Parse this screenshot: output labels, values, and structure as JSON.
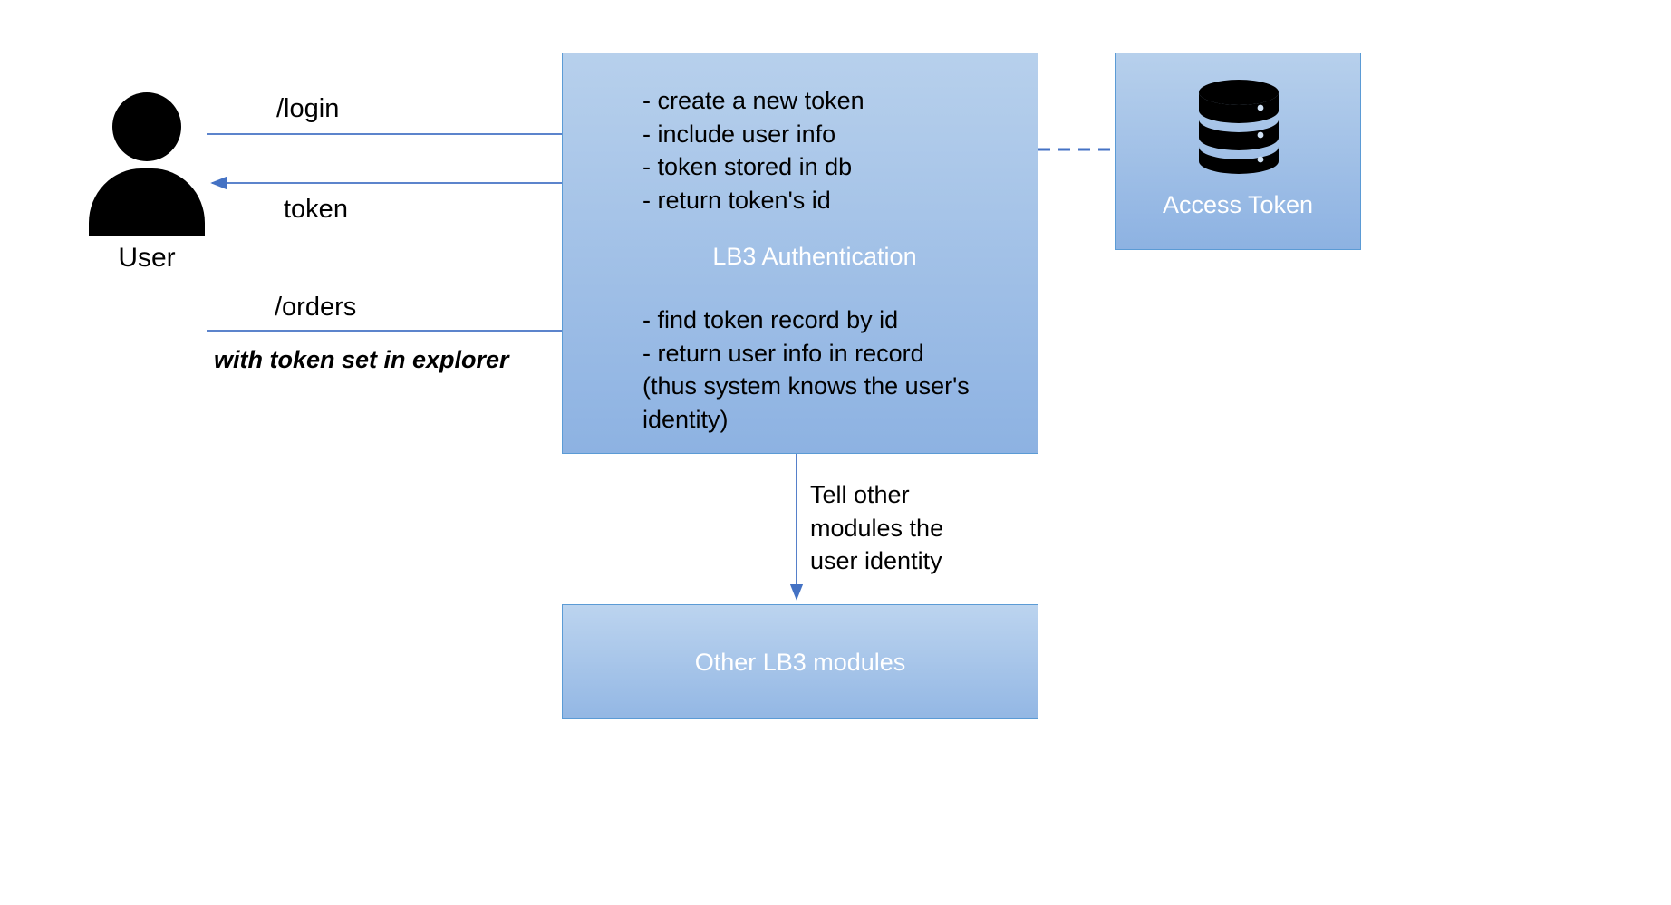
{
  "diagram": {
    "title_hidden": "LB3 authentication flow",
    "actor": {
      "label": "User",
      "icon": "user-person-icon"
    },
    "auth_box": {
      "title": "LB3  Authentication",
      "top_steps": "- create a new token\n- include user info\n- token stored in db\n- return token's id",
      "bottom_steps": "- find token record by id\n- return user info in record\n(thus system knows the user's\nidentity)"
    },
    "token_db_box": {
      "label": "Access Token",
      "icon": "database-icon"
    },
    "other_modules_box": {
      "label": "Other LB3 modules"
    },
    "edges": [
      {
        "name": "login-request",
        "label": "/login"
      },
      {
        "name": "token-response",
        "label": "token"
      },
      {
        "name": "orders-request",
        "label": "/orders"
      },
      {
        "name": "orders-note",
        "label": "with token set in explorer"
      },
      {
        "name": "modules-note",
        "label": "Tell other\nmodules the\nuser identity"
      }
    ],
    "colors": {
      "box_fill_top": "#b7d0ec",
      "box_fill_bottom": "#8db2e2",
      "box_border": "#5b9bd5",
      "arrow": "#4472c4",
      "dashed_connector": "#4472c4",
      "icon_black": "#000000",
      "white_text": "#ffffff"
    }
  }
}
